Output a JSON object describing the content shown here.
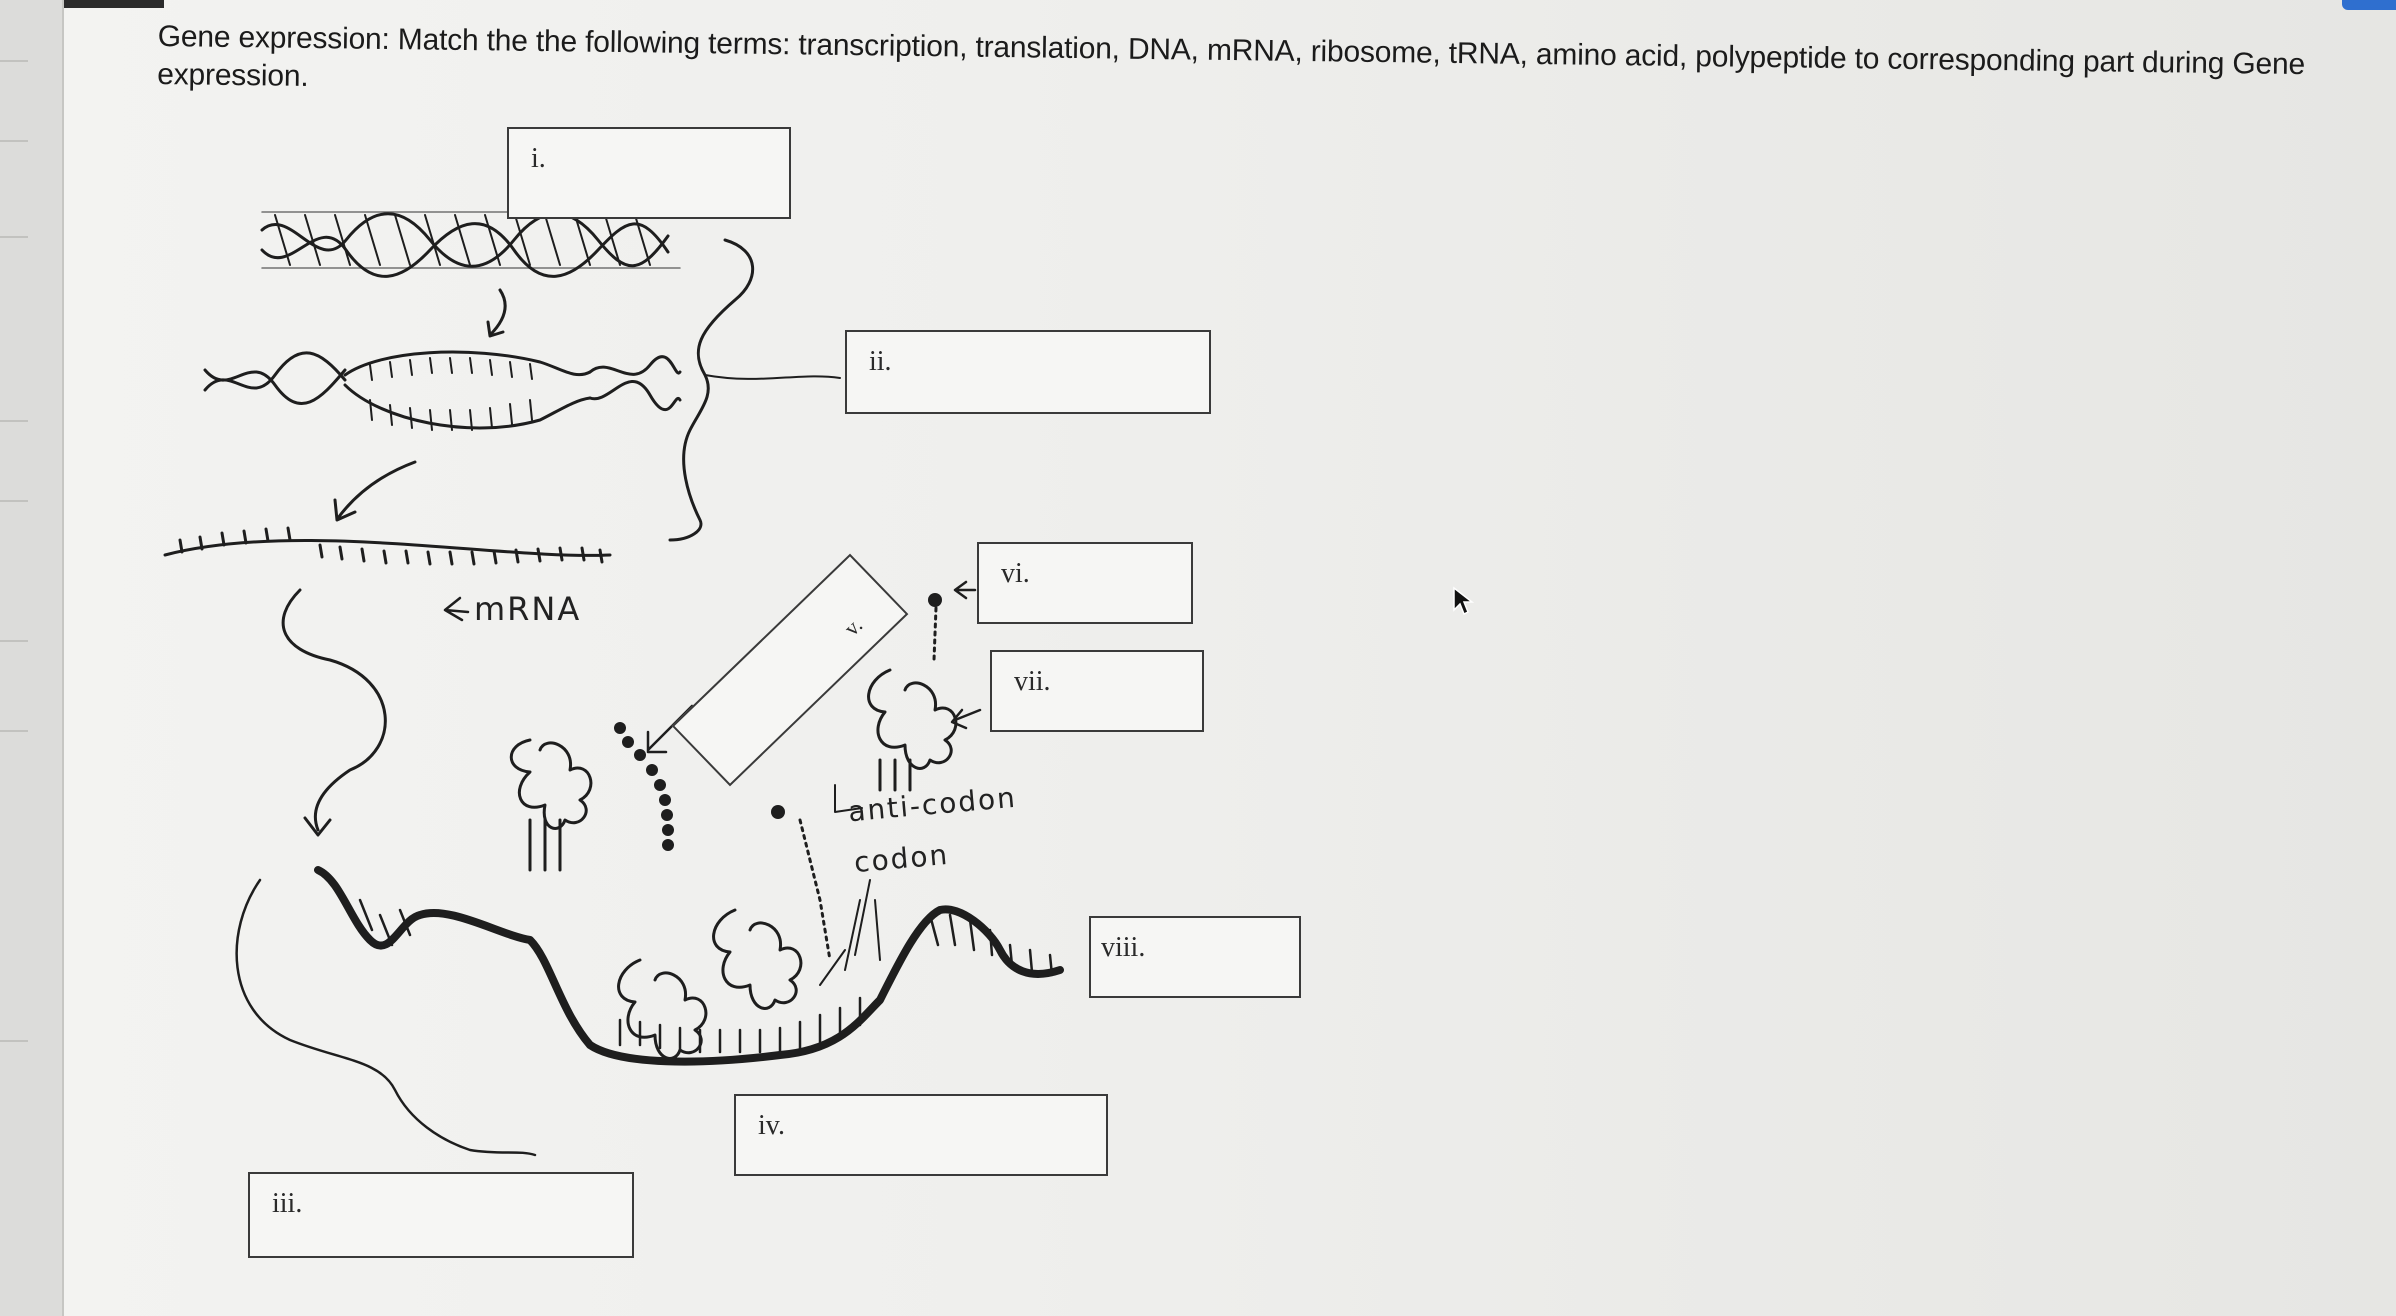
{
  "question": {
    "text": "Gene expression: Match the the following terms: transcription, translation, DNA, mRNA, ribosome, tRNA, amino acid, polypeptide to corresponding part during Gene expression."
  },
  "diagram": {
    "labels": {
      "mrna": "mRNA",
      "anticodon": "anti-codon",
      "codon": "codon"
    }
  },
  "boxes": [
    {
      "id": "i",
      "label": "i."
    },
    {
      "id": "ii",
      "label": "ii."
    },
    {
      "id": "iii",
      "label": "iii."
    },
    {
      "id": "iv",
      "label": "iv."
    },
    {
      "id": "v",
      "label": "v."
    },
    {
      "id": "vi",
      "label": "vi."
    },
    {
      "id": "vii",
      "label": "vii."
    },
    {
      "id": "viii",
      "label": "viii."
    }
  ],
  "icons": {
    "cursor": "arrow-cursor-icon"
  },
  "colors": {
    "ink": "#1e1e1e",
    "paper": "#f1f1ef"
  }
}
